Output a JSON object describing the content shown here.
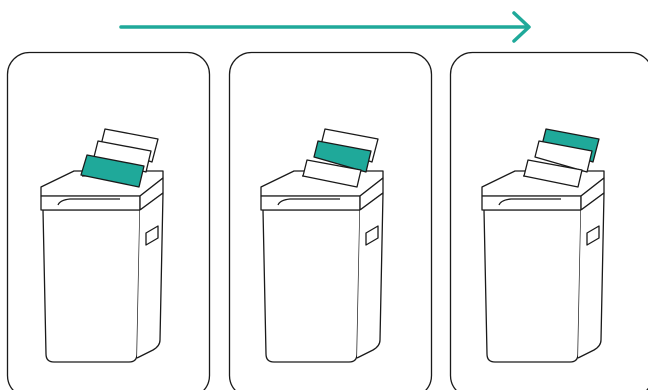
{
  "colors": {
    "accent": "#1fa99a",
    "outline": "#1a1a1a",
    "background": "#ffffff"
  },
  "icons": {
    "progress": "right-arrow-icon",
    "device": "paper-shredder-icon"
  },
  "panels": [
    {
      "highlighted_sheet": "front",
      "sheet_count": 3
    },
    {
      "highlighted_sheet": "middle",
      "sheet_count": 3
    },
    {
      "highlighted_sheet": "back",
      "sheet_count": 3
    }
  ]
}
